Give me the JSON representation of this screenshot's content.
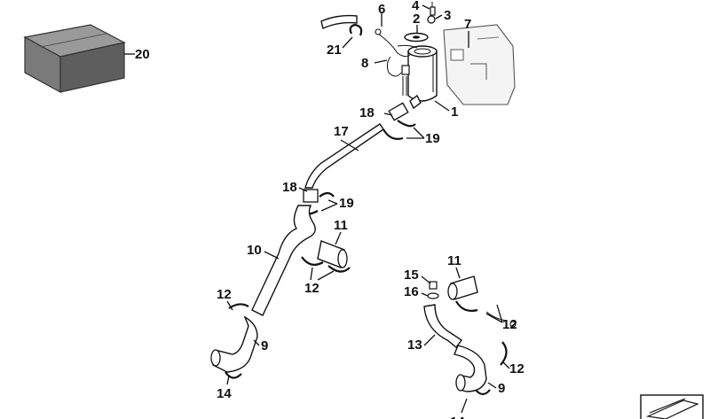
{
  "diagram": {
    "callouts": [
      "1",
      "2",
      "3",
      "4",
      "6",
      "7",
      "8",
      "9",
      "10",
      "11",
      "12",
      "13",
      "14",
      "15",
      "16",
      "17",
      "18",
      "19",
      "20",
      "21"
    ],
    "colors": {
      "line": "#111111",
      "box_face": "#7a7a7a",
      "box_top": "#9a9a9a",
      "box_side": "#5e5e5e",
      "bracket": "#f4f4f4",
      "icon_bg": "#ffffff"
    },
    "icons": [
      "parts-box-icon",
      "page-corner-icon"
    ]
  }
}
